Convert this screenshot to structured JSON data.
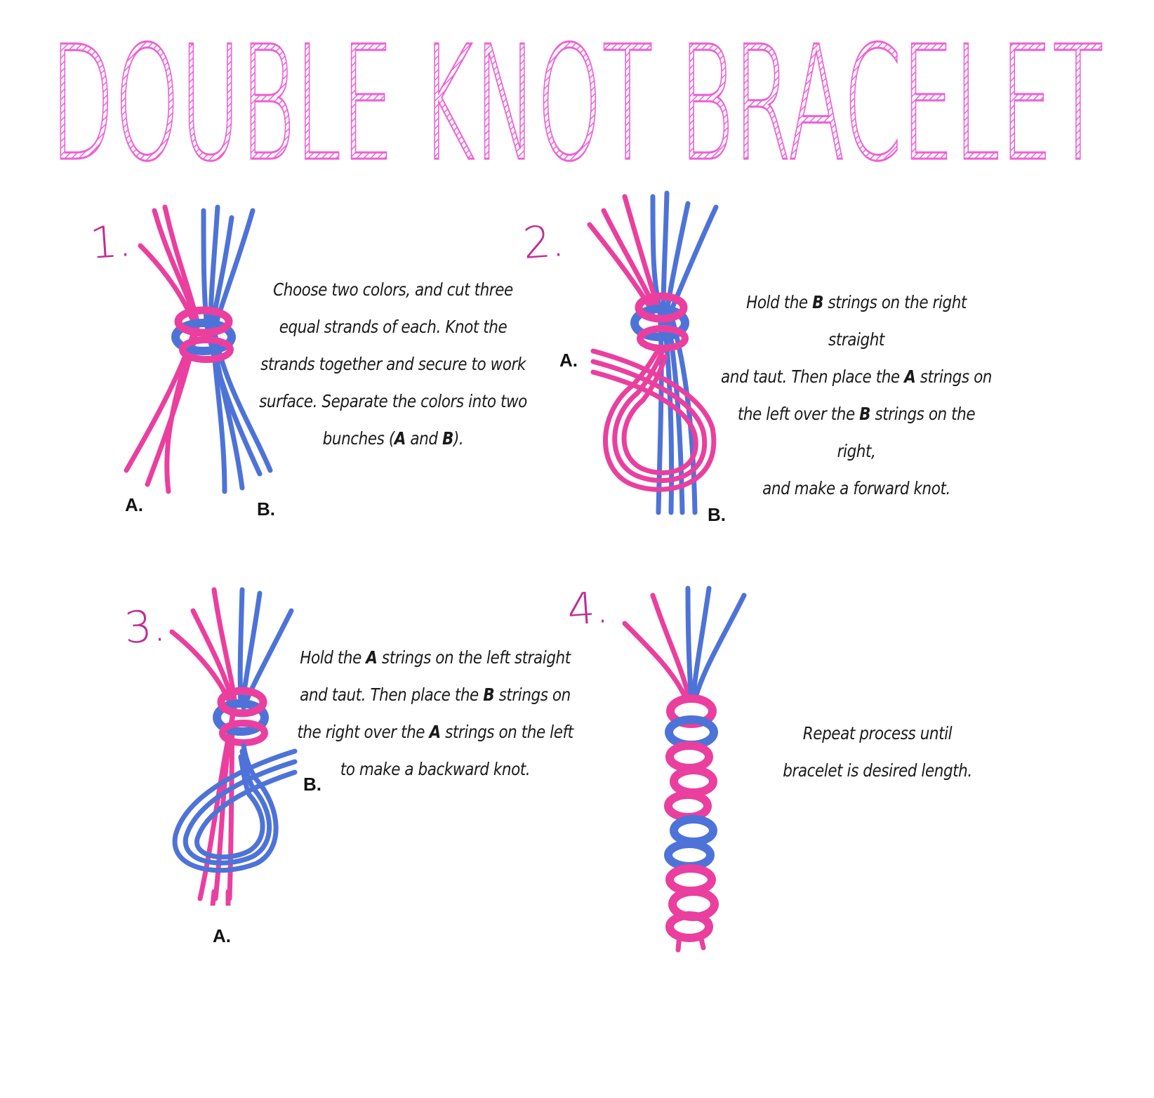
{
  "title": "DOUBLE KNOT BRACELET",
  "colors": {
    "title": "#ee5fd6",
    "accent": "#c02e94",
    "pink": "#ea3f9f",
    "blue": "#4e73d8",
    "text": "#1a1a1a"
  },
  "steps": [
    {
      "number": "1.",
      "labels": [
        "A.",
        "B."
      ],
      "lines": [
        [
          "Choose two colors, and cut three"
        ],
        [
          "equal strands of each. Knot the"
        ],
        [
          "strands together and secure to work"
        ],
        [
          "surface. Separate the colors into two"
        ],
        [
          "bunches (",
          {
            "b": "A"
          },
          " and ",
          {
            "b": "B"
          },
          ")."
        ]
      ]
    },
    {
      "number": "2.",
      "labels": [
        "A.",
        "B."
      ],
      "lines": [
        [
          "Hold the ",
          {
            "b": "B"
          },
          " strings on the right straight"
        ],
        [
          "and taut. Then place the ",
          {
            "b": "A"
          },
          " strings on"
        ],
        [
          "the left over the ",
          {
            "b": "B"
          },
          " strings on the right,"
        ],
        [
          "and make a forward knot."
        ]
      ]
    },
    {
      "number": "3.",
      "labels": [
        "B.",
        "A."
      ],
      "lines": [
        [
          "Hold the ",
          {
            "b": "A"
          },
          " strings on the left straight"
        ],
        [
          "and taut. Then place the ",
          {
            "b": "B"
          },
          " strings on"
        ],
        [
          "the right over the ",
          {
            "b": "A"
          },
          " strings on the left"
        ],
        [
          "to make a backward knot."
        ]
      ]
    },
    {
      "number": "4.",
      "labels": [],
      "lines": [
        [
          "Repeat process until"
        ],
        [
          "bracelet is desired length."
        ]
      ]
    }
  ]
}
